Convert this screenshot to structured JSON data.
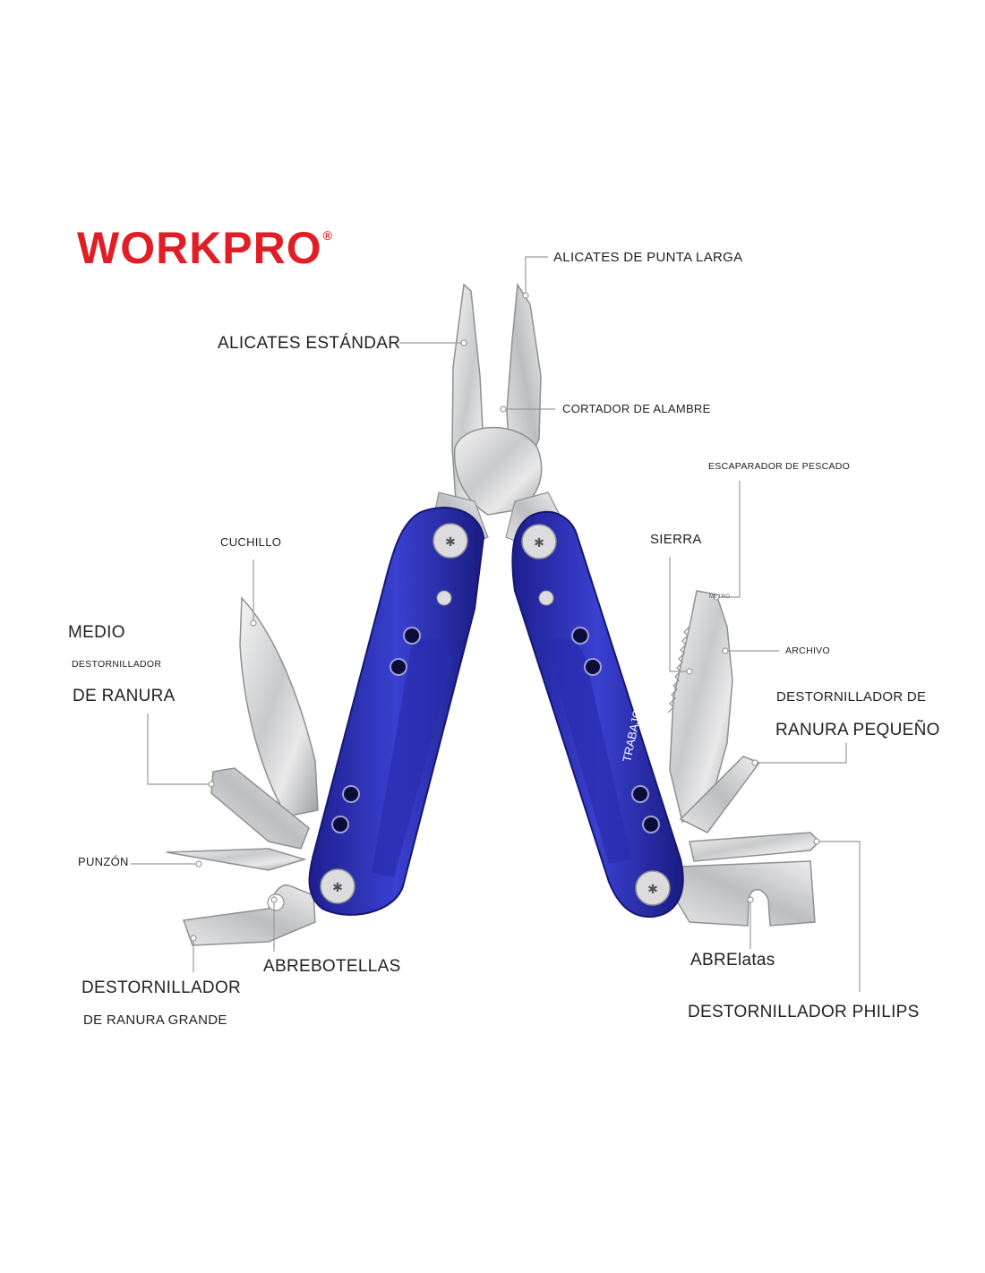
{
  "brand": {
    "logo_text": "WORKPRO",
    "registered_mark": "®",
    "handle_engraving": "TRABAJOPRO",
    "handle_color": "#2a2fb5",
    "logo_color": "#e01e26"
  },
  "labels": {
    "long_nose_pliers": "ALICATES DE PUNTA LARGA",
    "standard_pliers": "ALICATES ESTÁNDAR",
    "wire_cutter": "CORTADOR DE ALAMBRE",
    "fish_scaler": "ESCAPARADOR DE PESCADO",
    "knife": "CUCHILLO",
    "saw": "SIERRA",
    "ruler": "METRO",
    "medium_1": "MEDIO",
    "medium_2": "DESTORNILLADOR",
    "medium_3": "DE RANURA",
    "file": "ARCHIVO",
    "small_slot_1": "DESTORNILLADOR DE",
    "small_slot_2": "RANURA PEQUEÑO",
    "awl": "PUNZÓN",
    "bottle_opener": "ABREBOTELLAS",
    "can_opener": "ABRElatas",
    "large_slot_1": "DESTORNILLADOR",
    "large_slot_2": "DE RANURA GRANDE",
    "phillips": "DESTORNILLADOR PHILIPS"
  }
}
